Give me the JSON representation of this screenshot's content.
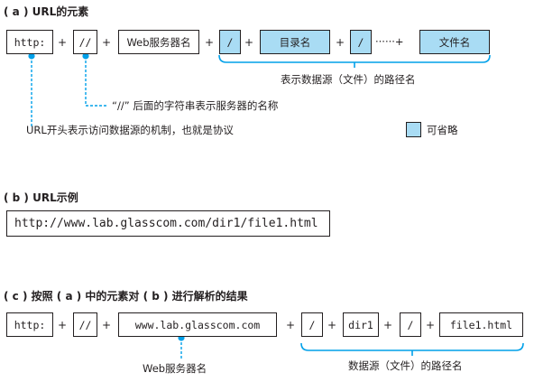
{
  "section_a": {
    "heading": "( a ) URL的元素",
    "plus": "+",
    "items": {
      "scheme": "http:",
      "slashes": "//",
      "server": "Web服务器名",
      "slash1": "/",
      "dir": "目录名",
      "slash2": "/",
      "dots": "······+",
      "file": "文件名"
    },
    "path_label": "表示数据源（文件）的路径名",
    "slashes_note": "“//” 后面的字符串表示服务器的名称",
    "scheme_note": "URL开头表示访问数据源的机制，也就是协议",
    "legend_label": "可省略"
  },
  "section_b": {
    "heading": "( b ) URL示例",
    "url": "http://www.lab.glasscom.com/dir1/file1.html"
  },
  "section_c": {
    "heading": "( c ) 按照 ( a ) 中的元素对 ( b ) 进行解析的结果",
    "items": {
      "scheme": "http:",
      "slashes": "//",
      "server": "www.lab.glasscom.com",
      "slash1": "/",
      "dir": "dir1",
      "slash2": "/",
      "file": "file1.html"
    },
    "server_label": "Web服务器名",
    "path_label": "数据源（文件）的路径名"
  },
  "colors": {
    "optional_fill": "#a9dcf4",
    "accent": "#00a0e9",
    "stroke": "#231f20"
  }
}
